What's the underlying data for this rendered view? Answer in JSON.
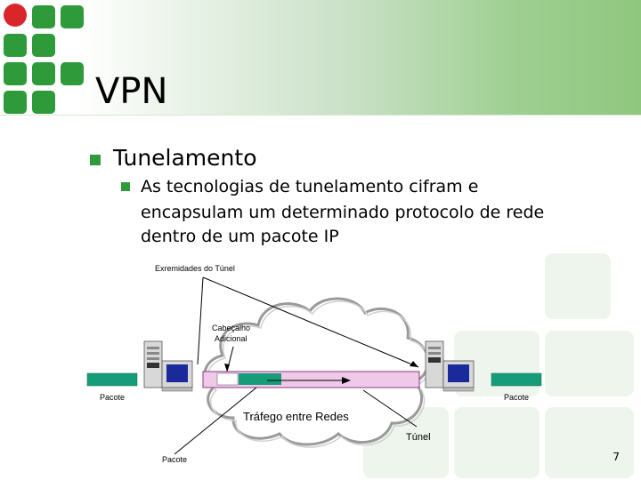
{
  "slide": {
    "title": "VPN",
    "bullet1": "Tunelamento",
    "subbullet_lines": [
      "As tecnologias de tunelamento cifram e",
      "encapsulam um determinado protocolo de rede",
      "dentro de um pacote IP"
    ],
    "page_number": "7"
  },
  "diagram": {
    "endpoints_label": "Exremidades do Túnel",
    "header_label_lines": [
      "Cabeçalho",
      "Adicional"
    ],
    "packet_left_label": "Pacote",
    "packet_right_label": "Pacote",
    "network_label": "Tráfego entre Redes",
    "tunnel_label": "Túnel",
    "packet_bottom_label": "Pacote"
  },
  "colors": {
    "logo_green": "#2e9a3a",
    "logo_red": "#d8262a",
    "packet_green": "#179c7a",
    "tunnel_pink": "#f0c8e8"
  }
}
